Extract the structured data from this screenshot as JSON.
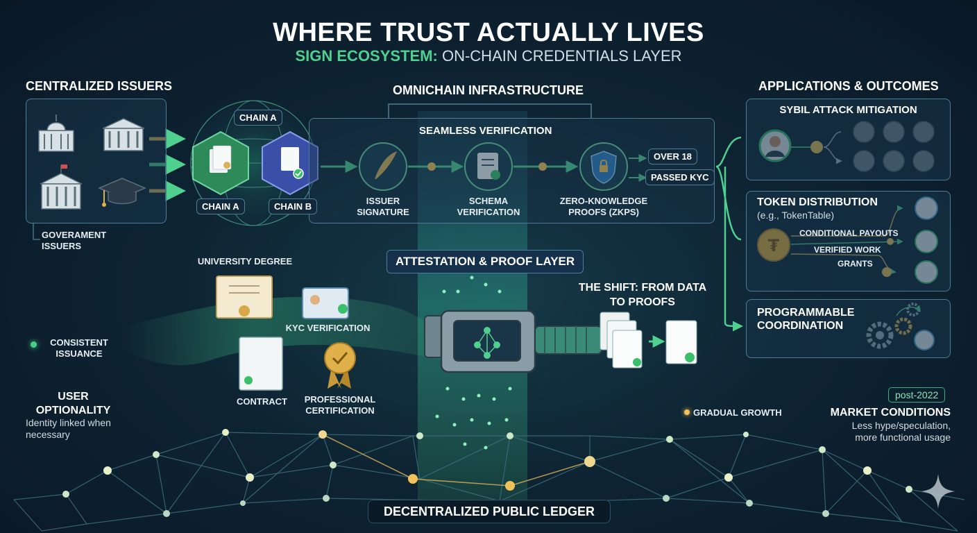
{
  "header": {
    "title": "WHERE TRUST ACTUALLY LIVES",
    "subtitle_accent": "SIGN ECOSYSTEM:",
    "subtitle_rest": "ON-CHAIN CREDENTIALS LAYER"
  },
  "left": {
    "heading": "CENTRALIZED ISSUERS",
    "gov_label": "GOVERAMENT ISSUERS",
    "icons": [
      "capitol-icon",
      "courthouse-icon",
      "bank-icon",
      "graduation-cap-icon"
    ]
  },
  "omnichain": {
    "heading": "OMNICHAIN INFRASTRUCTURE",
    "panel_title": "SEAMLESS VERIFICATION",
    "chain_top": "CHAIN A",
    "chain_a": "CHAIN A",
    "chain_b": "CHAIN B",
    "steps": [
      {
        "label": "ISSUER SIGNATURE",
        "icon": "quill-icon"
      },
      {
        "label": "SCHEMA VERIFICATION",
        "icon": "checklist-icon"
      },
      {
        "label": "ZERO-KNOWLEDGE PROOFS (ZKPs)",
        "icon": "shield-lock-icon"
      }
    ],
    "outputs": [
      "OVER 18",
      "PASSED KYC"
    ]
  },
  "attestation": {
    "heading": "ATTESTATION & PROOF LAYER",
    "credentials": {
      "university": "UNIVERSITY DEGREE",
      "kyc": "KYC VERIFICATION",
      "contract": "CONTRACT",
      "professional": "PROFESSIONAL CERTIFICATION"
    },
    "shift": "THE SHIFT: FROM DATA TO PROOFS"
  },
  "side_notes": {
    "consistent": "CONSISTENT ISSUANCE",
    "user_opt_title": "USER OPTIONALITY",
    "user_opt_body": "Identity linked when necessary",
    "gradual": "GRADUAL GROWTH"
  },
  "applications": {
    "heading": "APPLICATIONS & OUTCOMES",
    "sybil": "SYBIL ATTACK MITIGATION",
    "token_title": "TOKEN DISTRIBUTION",
    "token_sub": "(e.g., TokenTable)",
    "payouts": [
      "CONDITIONAL PAYOUTS",
      "VERIFIED WORK",
      "GRANTS"
    ],
    "programmable": "PROGRAMMABLE COORDINATION"
  },
  "market": {
    "badge": "post-2022",
    "title": "MARKET CONDITIONS",
    "body": "Less hype/speculation, more functional usage"
  },
  "ledger": {
    "label": "DECENTRALIZED PUBLIC LEDGER"
  },
  "colors": {
    "accent_green": "#4fd08f",
    "gold": "#f0c35a",
    "panel_border": "#4e7d95",
    "background": "#0e2433"
  }
}
